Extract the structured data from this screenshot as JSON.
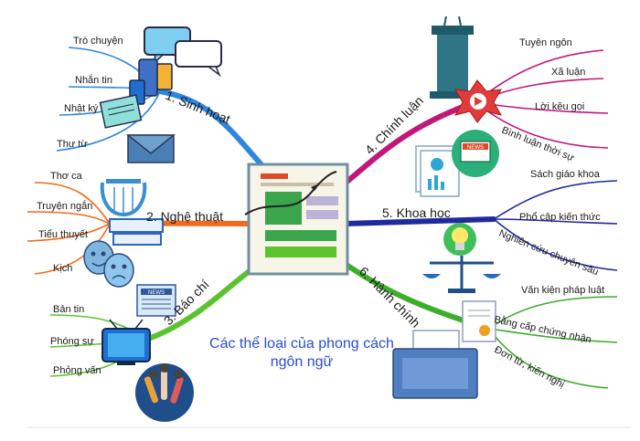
{
  "title": {
    "line1": "Các thể loại của phong cách",
    "line2": "ngôn ngữ"
  },
  "branches": [
    {
      "id": "sinh-hoat",
      "label": "1. Sinh hoạt",
      "color": "#2e86de",
      "leaves": [
        "Trò chuyện",
        "Nhắn tin",
        "Nhật ký",
        "Thư từ"
      ]
    },
    {
      "id": "nghe-thuat",
      "label": "2. Nghệ thuật",
      "color": "#f26a1b",
      "leaves": [
        "Thơ ca",
        "Truyện ngắn",
        "Tiểu thuyết",
        "Kịch"
      ]
    },
    {
      "id": "bao-chi",
      "label": "3. Báo chí",
      "color": "#5cc22e",
      "leaves": [
        "Bản tin",
        "Phóng sự",
        "Phỏng vấn"
      ]
    },
    {
      "id": "chinh-luan",
      "label": "4. Chính luận",
      "color": "#c2187a",
      "leaves": [
        "Tuyên ngôn",
        "Xã luận",
        "Lời kêu gọi",
        "Bình luận thời sự"
      ]
    },
    {
      "id": "khoa-hoc",
      "label": "5. Khoa học",
      "color": "#1f2a9c",
      "leaves": [
        "Sách giáo khoa",
        "Phổ cập kiến thức",
        "Nghiên cứu chuyên sâu"
      ]
    },
    {
      "id": "hanh-chinh",
      "label": "6. Hành chính",
      "color": "#3dae2b",
      "leaves": [
        "Văn kiện pháp luật",
        "Bằng cấp chứng nhận",
        "Đơn từ, kiến nghị"
      ]
    }
  ],
  "icons": {
    "newspaper_label": "NEWS",
    "laptop_news_label": "NEWS"
  },
  "colors": {
    "title": "#2a4bd0",
    "center_frame": "#6f8fa0",
    "center_paper": "#f7f4e8"
  }
}
